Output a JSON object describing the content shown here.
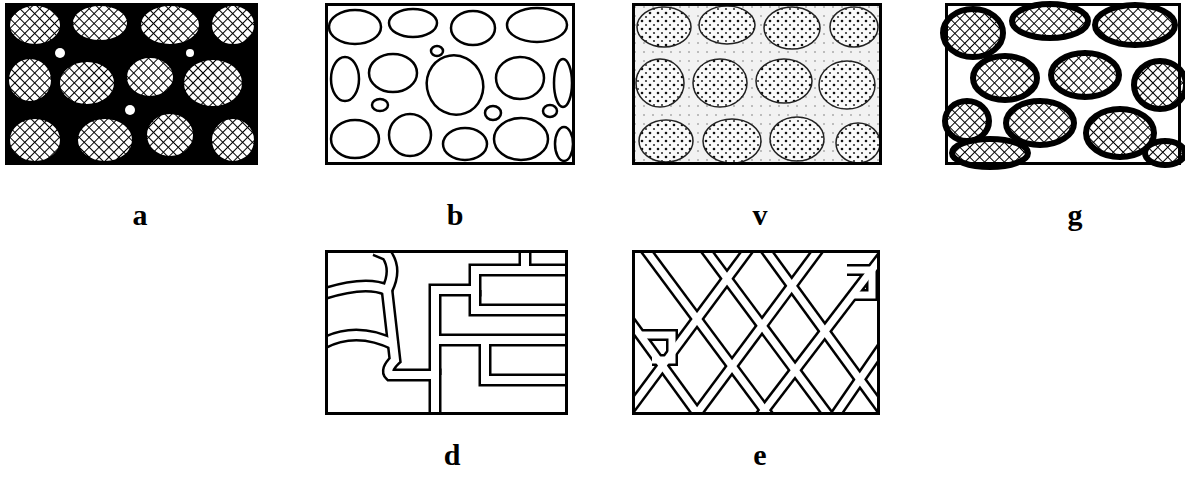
{
  "diagram": {
    "labels": [
      "a",
      "b",
      "v",
      "g",
      "d",
      "e"
    ]
  }
}
